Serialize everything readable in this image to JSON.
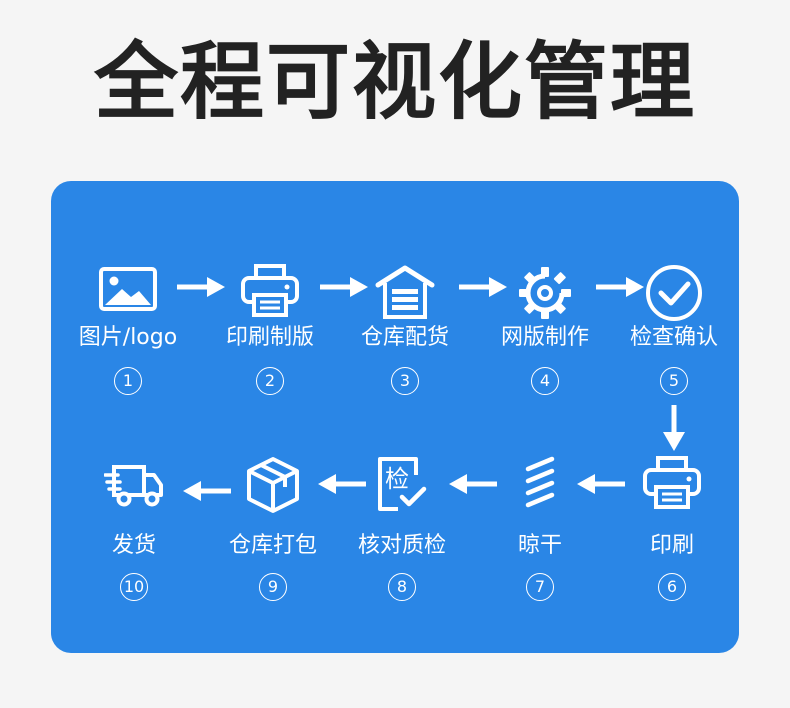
{
  "title": "全程可视化管理",
  "steps": [
    {
      "label": "图片/logo",
      "number": "1",
      "icon": "image-icon"
    },
    {
      "label": "印刷制版",
      "number": "2",
      "icon": "printer-icon"
    },
    {
      "label": "仓库配货",
      "number": "3",
      "icon": "warehouse-icon"
    },
    {
      "label": "网版制作",
      "number": "4",
      "icon": "gear-icon"
    },
    {
      "label": "检查确认",
      "number": "5",
      "icon": "check-circle-icon"
    },
    {
      "label": "印刷",
      "number": "6",
      "icon": "printer-icon"
    },
    {
      "label": "晾干",
      "number": "7",
      "icon": "drying-lines-icon"
    },
    {
      "label": "核对质检",
      "number": "8",
      "icon": "inspection-icon"
    },
    {
      "label": "仓库打包",
      "number": "9",
      "icon": "package-box-icon"
    },
    {
      "label": "发货",
      "number": "10",
      "icon": "delivery-truck-icon"
    }
  ],
  "icon_inner_text": {
    "inspection": "检"
  },
  "colors": {
    "panel": "#2a86e6",
    "title": "#222222",
    "foreground": "#ffffff",
    "background": "#f5f5f5"
  }
}
